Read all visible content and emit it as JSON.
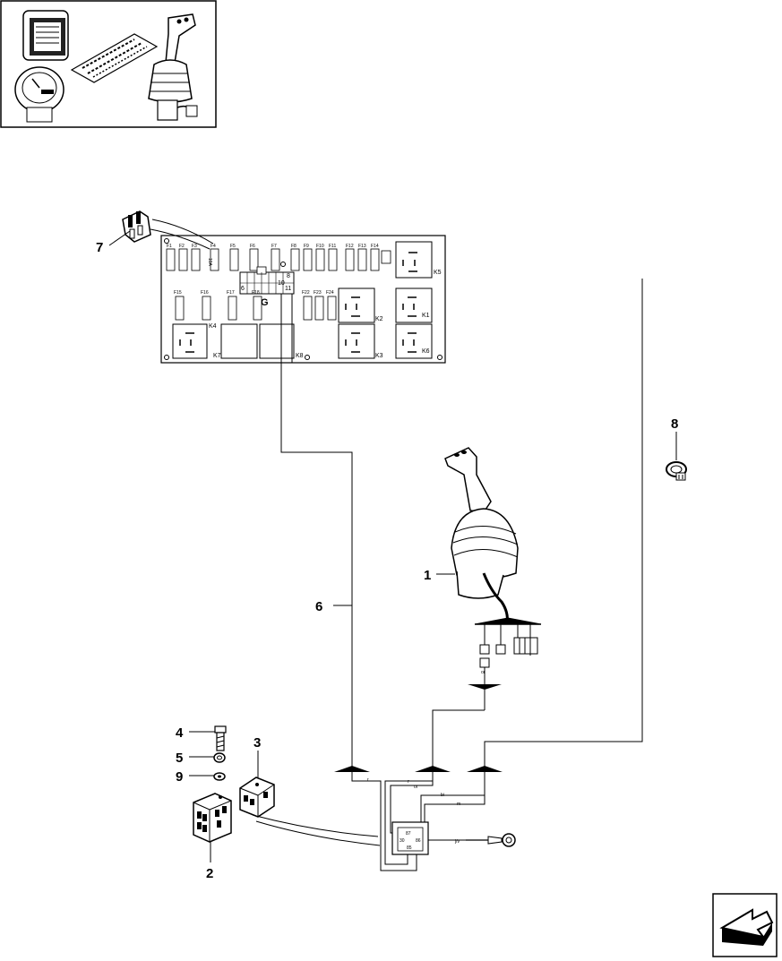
{
  "callouts": {
    "c1": "1",
    "c2": "2",
    "c3": "3",
    "c4": "4",
    "c5": "5",
    "c6": "6",
    "c7": "7",
    "c8": "8",
    "c9": "9"
  },
  "fusebox": {
    "top_fuses": [
      "F1",
      "F2",
      "F3",
      "F4",
      "F5",
      "F6",
      "F7",
      "F8",
      "F9",
      "F10",
      "F11",
      "F12",
      "F13",
      "F14"
    ],
    "f4_rating": "10A",
    "bottom_fuses": [
      "F15",
      "F16",
      "F17",
      "F18",
      "F22",
      "F23",
      "F24"
    ],
    "relays": [
      "K5",
      "K2",
      "K1",
      "K4",
      "K7",
      "K8",
      "K3",
      "K6"
    ],
    "connector_label": "G",
    "pin_labels": [
      "6",
      "8",
      "10",
      "11"
    ]
  },
  "wires": {
    "r1": "r",
    "r2": "r",
    "or1": "or",
    "bi": "bi",
    "m": "m",
    "jv": "j/v",
    "or2": "or"
  },
  "relay_pins": [
    "87",
    "30",
    "86",
    "85"
  ]
}
